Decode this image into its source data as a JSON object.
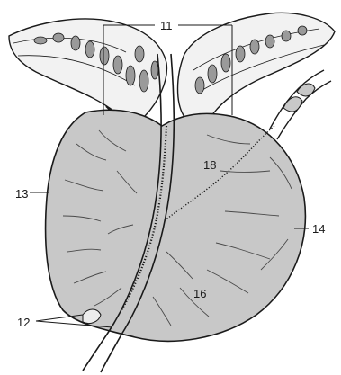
{
  "labels": {
    "l11": "11",
    "l18": "18",
    "l13": "13",
    "l14": "14",
    "l16": "16",
    "l12": "12"
  },
  "colors": {
    "gland_fill": "#c8c8c8",
    "outline": "#1a1a1a",
    "tissue_fill": "#f2f2f2",
    "background": "#ffffff"
  }
}
